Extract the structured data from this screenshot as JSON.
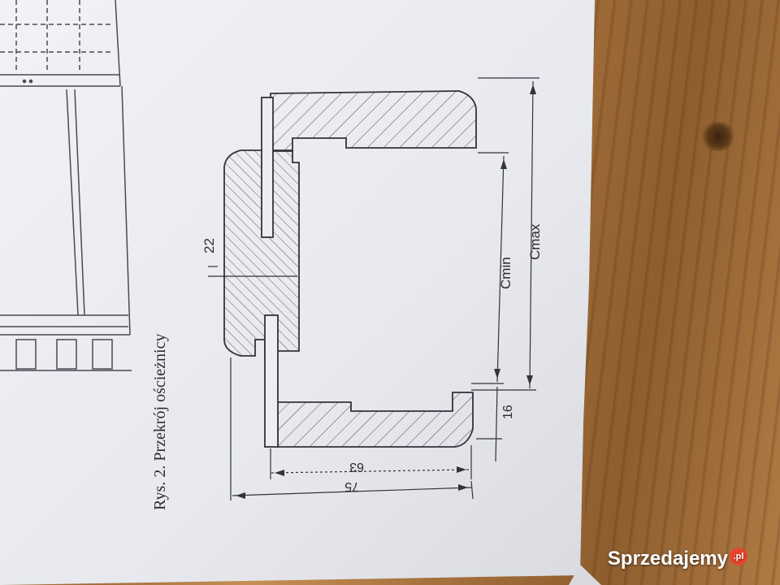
{
  "caption": "Rys. 2. Przekrój ościeżnicy",
  "dimensions": {
    "d22": "22",
    "cmin": "Cmin",
    "cmax": "Cmax",
    "d16": "16",
    "d63": "63",
    "d75": "75"
  },
  "watermark": {
    "brand": "Sprzedajemy",
    "suffix": ".pl"
  },
  "colors": {
    "paper": "#eceef3",
    "line": "#3a3a40",
    "wood": "#a7723d"
  }
}
